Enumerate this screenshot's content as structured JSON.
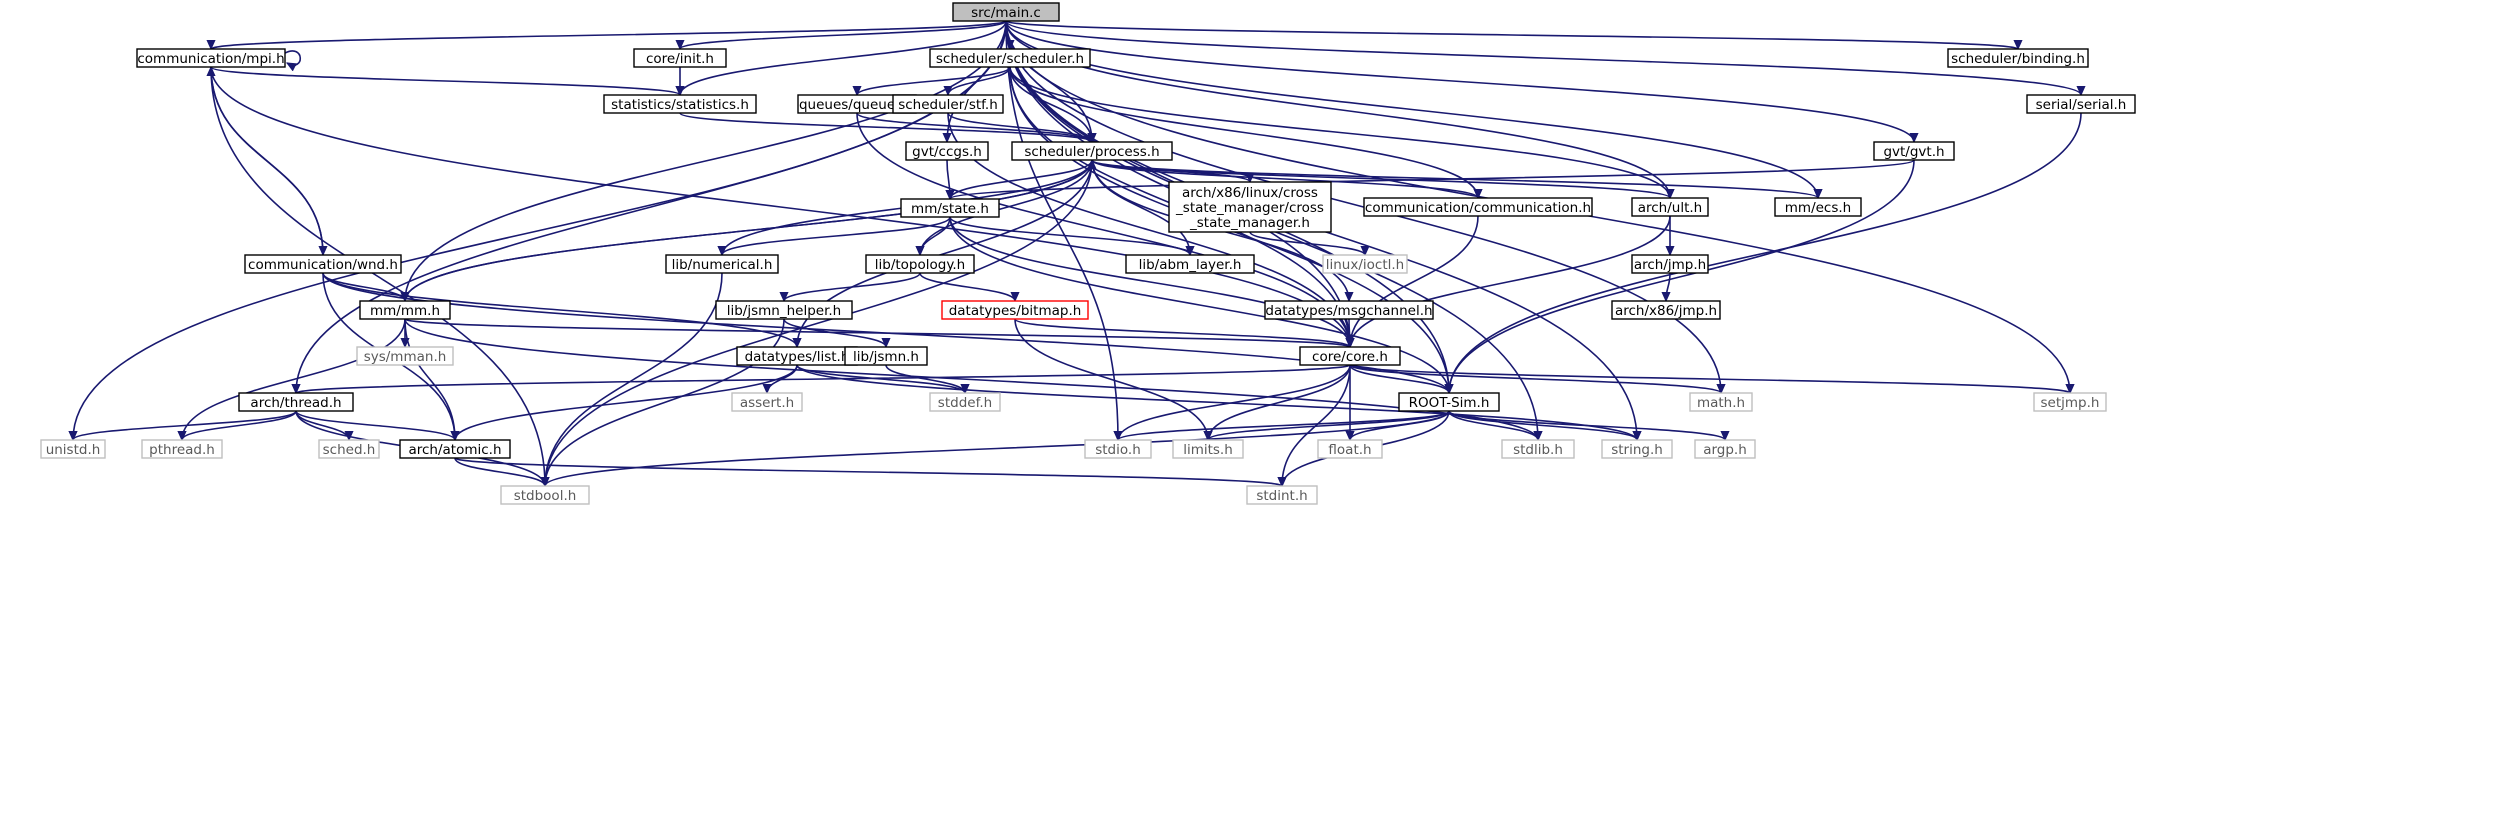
{
  "diagram": {
    "nodes": [
      {
        "id": "main",
        "label": [
          "src/main.c"
        ],
        "style": "root"
      },
      {
        "id": "mpi",
        "label": [
          "communication/mpi.h"
        ],
        "style": "normal"
      },
      {
        "id": "init",
        "label": [
          "core/init.h"
        ],
        "style": "normal"
      },
      {
        "id": "sched",
        "label": [
          "scheduler/scheduler.h"
        ],
        "style": "normal"
      },
      {
        "id": "binding",
        "label": [
          "scheduler/binding.h"
        ],
        "style": "normal"
      },
      {
        "id": "stats",
        "label": [
          "statistics/statistics.h"
        ],
        "style": "normal"
      },
      {
        "id": "queues",
        "label": [
          "queues/queues.h"
        ],
        "style": "normal"
      },
      {
        "id": "stf",
        "label": [
          "scheduler/stf.h"
        ],
        "style": "normal"
      },
      {
        "id": "serial",
        "label": [
          "serial/serial.h"
        ],
        "style": "normal"
      },
      {
        "id": "ccgs",
        "label": [
          "gvt/ccgs.h"
        ],
        "style": "normal"
      },
      {
        "id": "process",
        "label": [
          "scheduler/process.h"
        ],
        "style": "normal"
      },
      {
        "id": "gvt",
        "label": [
          "gvt/gvt.h"
        ],
        "style": "normal"
      },
      {
        "id": "state",
        "label": [
          "mm/state.h"
        ],
        "style": "normal"
      },
      {
        "id": "csm",
        "label": [
          "arch/x86/linux/cross",
          "_state_manager/cross",
          "_state_manager.h"
        ],
        "style": "normal"
      },
      {
        "id": "commh",
        "label": [
          "communication/communication.h"
        ],
        "style": "normal"
      },
      {
        "id": "ult",
        "label": [
          "arch/ult.h"
        ],
        "style": "normal"
      },
      {
        "id": "ecs",
        "label": [
          "mm/ecs.h"
        ],
        "style": "normal"
      },
      {
        "id": "wnd",
        "label": [
          "communication/wnd.h"
        ],
        "style": "normal"
      },
      {
        "id": "numerical",
        "label": [
          "lib/numerical.h"
        ],
        "style": "normal"
      },
      {
        "id": "topology",
        "label": [
          "lib/topology.h"
        ],
        "style": "normal"
      },
      {
        "id": "abm",
        "label": [
          "lib/abm_layer.h"
        ],
        "style": "normal"
      },
      {
        "id": "ioctl",
        "label": [
          "linux/ioctl.h"
        ],
        "style": "ext"
      },
      {
        "id": "jmp",
        "label": [
          "arch/jmp.h"
        ],
        "style": "normal"
      },
      {
        "id": "mmh",
        "label": [
          "mm/mm.h"
        ],
        "style": "normal"
      },
      {
        "id": "jsmnhelper",
        "label": [
          "lib/jsmn_helper.h"
        ],
        "style": "normal"
      },
      {
        "id": "bitmap",
        "label": [
          "datatypes/bitmap.h"
        ],
        "style": "red"
      },
      {
        "id": "msgch",
        "label": [
          "datatypes/msgchannel.h"
        ],
        "style": "normal"
      },
      {
        "id": "x86jmp",
        "label": [
          "arch/x86/jmp.h"
        ],
        "style": "normal"
      },
      {
        "id": "mman",
        "label": [
          "sys/mman.h"
        ],
        "style": "ext"
      },
      {
        "id": "list",
        "label": [
          "datatypes/list.h"
        ],
        "style": "normal"
      },
      {
        "id": "jsmn",
        "label": [
          "lib/jsmn.h"
        ],
        "style": "normal"
      },
      {
        "id": "core",
        "label": [
          "core/core.h"
        ],
        "style": "normal"
      },
      {
        "id": "thread",
        "label": [
          "arch/thread.h"
        ],
        "style": "normal"
      },
      {
        "id": "assert",
        "label": [
          "assert.h"
        ],
        "style": "ext"
      },
      {
        "id": "stddef",
        "label": [
          "stddef.h"
        ],
        "style": "ext"
      },
      {
        "id": "rootsim",
        "label": [
          "ROOT-Sim.h"
        ],
        "style": "normal"
      },
      {
        "id": "math",
        "label": [
          "math.h"
        ],
        "style": "ext"
      },
      {
        "id": "setjmp",
        "label": [
          "setjmp.h"
        ],
        "style": "ext"
      },
      {
        "id": "unistd",
        "label": [
          "unistd.h"
        ],
        "style": "ext"
      },
      {
        "id": "pthread",
        "label": [
          "pthread.h"
        ],
        "style": "ext"
      },
      {
        "id": "sched_h",
        "label": [
          "sched.h"
        ],
        "style": "ext"
      },
      {
        "id": "atomic",
        "label": [
          "arch/atomic.h"
        ],
        "style": "normal"
      },
      {
        "id": "stdio",
        "label": [
          "stdio.h"
        ],
        "style": "ext"
      },
      {
        "id": "limits",
        "label": [
          "limits.h"
        ],
        "style": "ext"
      },
      {
        "id": "float",
        "label": [
          "float.h"
        ],
        "style": "ext"
      },
      {
        "id": "stdlib",
        "label": [
          "stdlib.h"
        ],
        "style": "ext"
      },
      {
        "id": "string",
        "label": [
          "string.h"
        ],
        "style": "ext"
      },
      {
        "id": "argp",
        "label": [
          "argp.h"
        ],
        "style": "ext"
      },
      {
        "id": "stdbool",
        "label": [
          "stdbool.h"
        ],
        "style": "ext"
      },
      {
        "id": "stdint",
        "label": [
          "stdint.h"
        ],
        "style": "ext"
      }
    ],
    "edges": [
      [
        "main",
        "mpi"
      ],
      [
        "main",
        "init"
      ],
      [
        "main",
        "sched"
      ],
      [
        "main",
        "binding"
      ],
      [
        "main",
        "stats"
      ],
      [
        "main",
        "ccgs"
      ],
      [
        "main",
        "process"
      ],
      [
        "main",
        "gvt"
      ],
      [
        "main",
        "serial"
      ],
      [
        "main",
        "ecs"
      ],
      [
        "main",
        "ult"
      ],
      [
        "main",
        "core"
      ],
      [
        "main",
        "rootsim"
      ],
      [
        "main",
        "math"
      ],
      [
        "main",
        "setjmp"
      ],
      [
        "main",
        "stdlib"
      ],
      [
        "main",
        "string"
      ],
      [
        "main",
        "unistd"
      ],
      [
        "main",
        "thread"
      ],
      [
        "main",
        "mmh"
      ],
      [
        "main",
        "stdio"
      ],
      [
        "mpi",
        "mpi"
      ],
      [
        "mpi",
        "stats"
      ],
      [
        "mpi",
        "wnd"
      ],
      [
        "mpi",
        "stdbool"
      ],
      [
        "mpi",
        "core"
      ],
      [
        "init",
        "stats"
      ],
      [
        "stats",
        "process"
      ],
      [
        "sched",
        "queues"
      ],
      [
        "sched",
        "stf"
      ],
      [
        "sched",
        "process"
      ],
      [
        "sched",
        "commh"
      ],
      [
        "sched",
        "ult"
      ],
      [
        "sched",
        "core"
      ],
      [
        "sched",
        "rootsim"
      ],
      [
        "queues",
        "process"
      ],
      [
        "queues",
        "core"
      ],
      [
        "stf",
        "process"
      ],
      [
        "stf",
        "core"
      ],
      [
        "serial",
        "rootsim"
      ],
      [
        "ccgs",
        "state"
      ],
      [
        "gvt",
        "state"
      ],
      [
        "gvt",
        "rootsim"
      ],
      [
        "process",
        "state"
      ],
      [
        "process",
        "csm"
      ],
      [
        "process",
        "commh"
      ],
      [
        "process",
        "ult"
      ],
      [
        "process",
        "ecs"
      ],
      [
        "process",
        "numerical"
      ],
      [
        "process",
        "topology"
      ],
      [
        "process",
        "abm"
      ],
      [
        "process",
        "msgch"
      ],
      [
        "process",
        "mmh"
      ],
      [
        "process",
        "list"
      ],
      [
        "process",
        "stdbool"
      ],
      [
        "state",
        "numerical"
      ],
      [
        "state",
        "topology"
      ],
      [
        "state",
        "abm"
      ],
      [
        "state",
        "core"
      ],
      [
        "state",
        "rootsim"
      ],
      [
        "csm",
        "ioctl"
      ],
      [
        "commh",
        "core"
      ],
      [
        "ult",
        "jmp"
      ],
      [
        "ult",
        "core"
      ],
      [
        "jmp",
        "x86jmp"
      ],
      [
        "wnd",
        "mmh"
      ],
      [
        "wnd",
        "list"
      ],
      [
        "wnd",
        "atomic"
      ],
      [
        "wnd",
        "rootsim"
      ],
      [
        "wnd",
        "mpi"
      ],
      [
        "numerical",
        "stdbool"
      ],
      [
        "topology",
        "jsmnhelper"
      ],
      [
        "topology",
        "bitmap"
      ],
      [
        "mmh",
        "process"
      ],
      [
        "mmh",
        "core"
      ],
      [
        "mmh",
        "mman"
      ],
      [
        "mmh",
        "atomic"
      ],
      [
        "mmh",
        "pthread"
      ],
      [
        "mmh",
        "stdlib"
      ],
      [
        "jsmnhelper",
        "jsmn"
      ],
      [
        "jsmnhelper",
        "stdbool"
      ],
      [
        "jsmn",
        "stddef"
      ],
      [
        "bitmap",
        "core"
      ],
      [
        "bitmap",
        "limits"
      ],
      [
        "msgch",
        "core"
      ],
      [
        "list",
        "assert"
      ],
      [
        "list",
        "stddef"
      ],
      [
        "list",
        "atomic"
      ],
      [
        "list",
        "string"
      ],
      [
        "core",
        "thread"
      ],
      [
        "core",
        "rootsim"
      ],
      [
        "core",
        "math"
      ],
      [
        "core",
        "setjmp"
      ],
      [
        "core",
        "stdio"
      ],
      [
        "core",
        "limits"
      ],
      [
        "core",
        "float"
      ],
      [
        "core",
        "stdint"
      ],
      [
        "thread",
        "unistd"
      ],
      [
        "thread",
        "pthread"
      ],
      [
        "thread",
        "sched_h"
      ],
      [
        "thread",
        "atomic"
      ],
      [
        "thread",
        "stdbool"
      ],
      [
        "atomic",
        "stdbool"
      ],
      [
        "atomic",
        "stdint"
      ],
      [
        "rootsim",
        "stdio"
      ],
      [
        "rootsim",
        "limits"
      ],
      [
        "rootsim",
        "float"
      ],
      [
        "rootsim",
        "stdlib"
      ],
      [
        "rootsim",
        "string"
      ],
      [
        "rootsim",
        "argp"
      ],
      [
        "rootsim",
        "stdbool"
      ],
      [
        "rootsim",
        "stdint"
      ]
    ]
  }
}
